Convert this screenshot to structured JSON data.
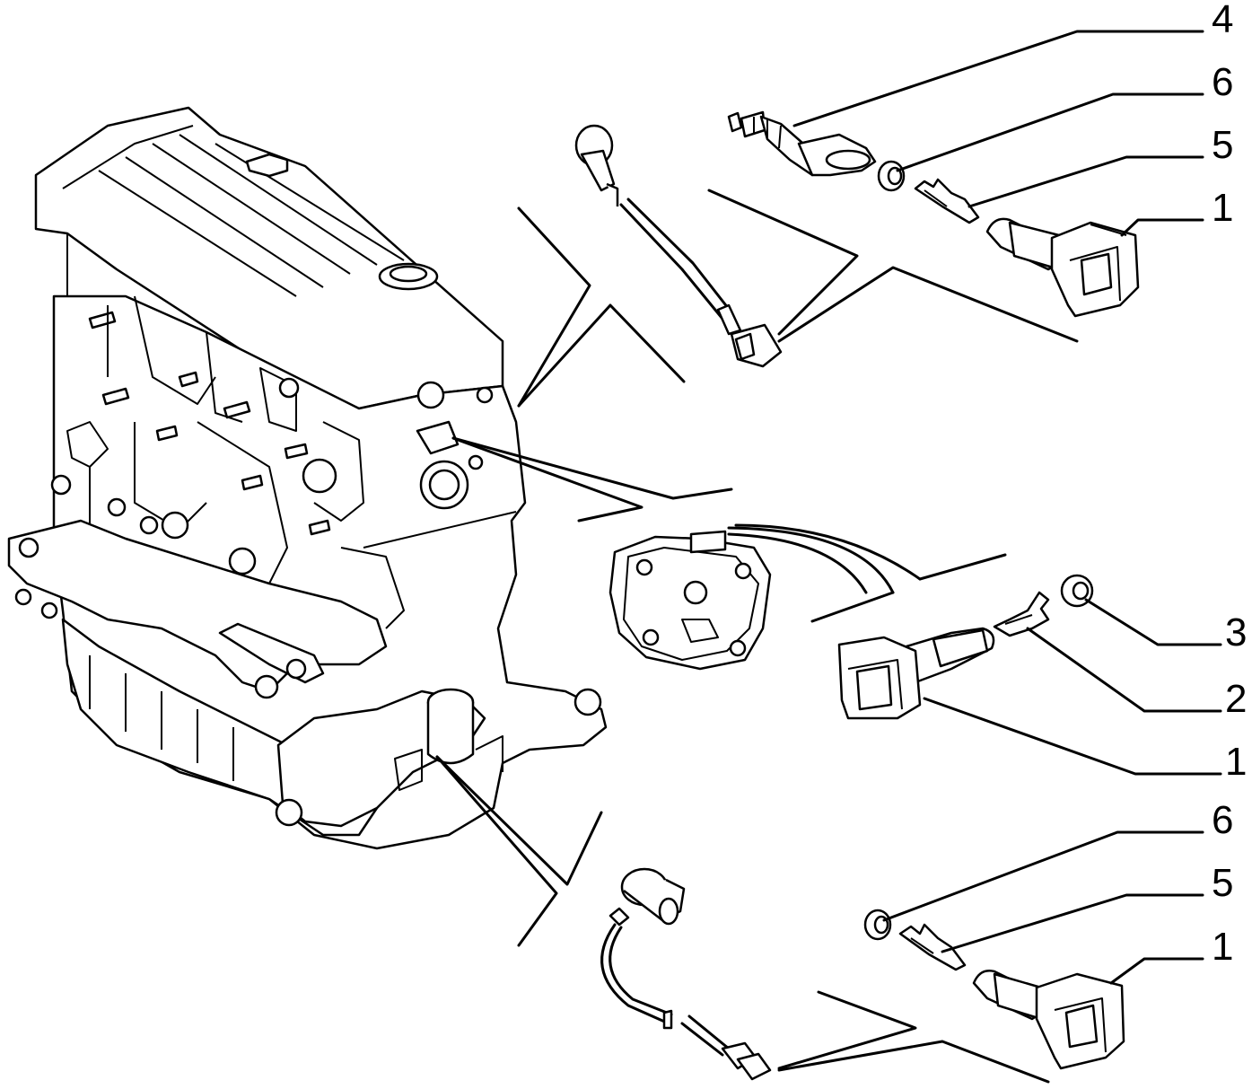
{
  "callouts": [
    {
      "id": "callout-4-top",
      "number": "4"
    },
    {
      "id": "callout-6-top",
      "number": "6"
    },
    {
      "id": "callout-5-top",
      "number": "5"
    },
    {
      "id": "callout-1-top",
      "number": "1"
    },
    {
      "id": "callout-3-mid",
      "number": "3"
    },
    {
      "id": "callout-2-mid",
      "number": "2"
    },
    {
      "id": "callout-1-mid",
      "number": "1"
    },
    {
      "id": "callout-6-bot",
      "number": "6"
    },
    {
      "id": "callout-5-bot",
      "number": "5"
    },
    {
      "id": "callout-1-bot",
      "number": "1"
    }
  ]
}
